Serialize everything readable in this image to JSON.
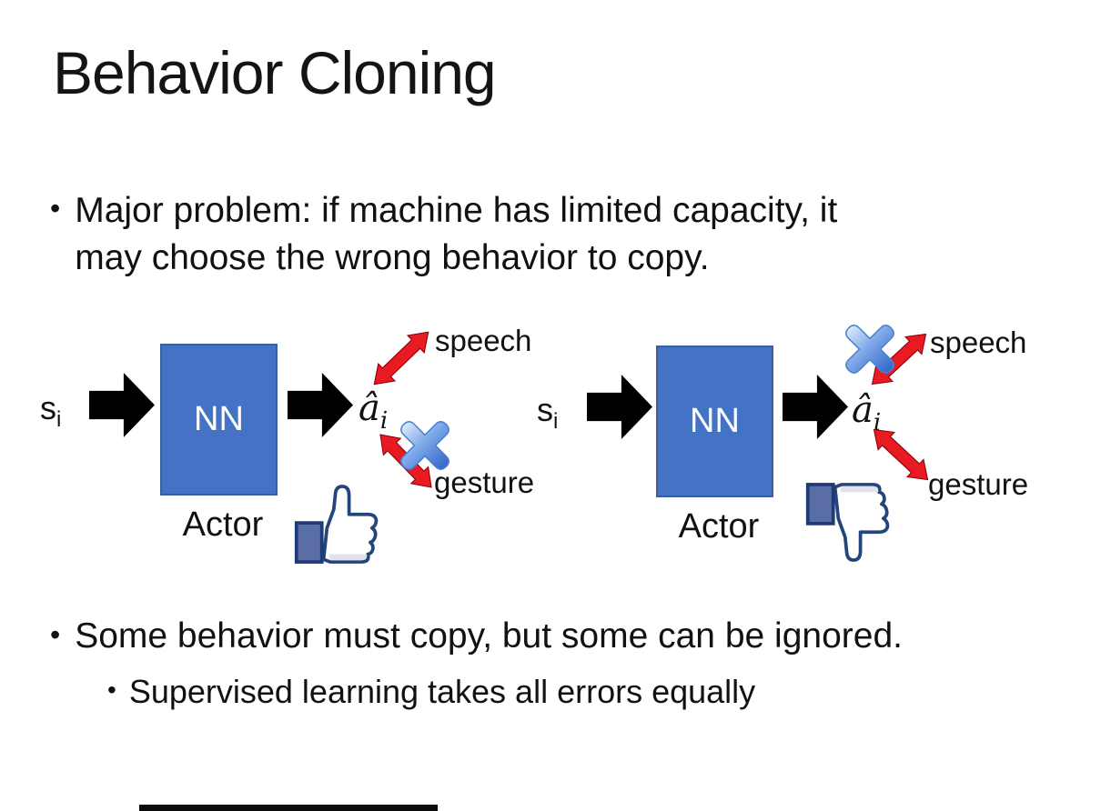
{
  "slide": {
    "title": "Behavior Cloning",
    "bullets": {
      "marker": "•",
      "main1_line1": "Major problem: if machine has limited capacity, it",
      "main1_line2": "may choose the wrong behavior to copy.",
      "main2": "Some behavior must copy, but some can be ignored.",
      "sub1": "Supervised learning takes all errors equally"
    }
  },
  "diagram_left": {
    "input_base": "s",
    "input_sub": "i",
    "network_label": "NN",
    "network_caption": "Actor",
    "output_base": "â",
    "output_sub": "i",
    "branch_top": "speech",
    "branch_bottom": "gesture",
    "crossed_branch": "gesture",
    "feedback_icon": "thumbs-up-icon"
  },
  "diagram_right": {
    "input_base": "s",
    "input_sub": "i",
    "network_label": "NN",
    "network_caption": "Actor",
    "output_base": "â",
    "output_sub": "i",
    "branch_top": "speech",
    "branch_bottom": "gesture",
    "crossed_branch": "speech",
    "feedback_icon": "thumbs-down-icon"
  },
  "colors": {
    "background": "#ffffff",
    "text": "#111111",
    "network_box": "#4472c4",
    "network_box_border": "#3a5f9e",
    "network_text": "#ffffff",
    "flow_arrow": "#000000",
    "branch_arrow": "#e81b23",
    "cross_blue": "#3168cd",
    "thumb_outline": "#1d3b76",
    "thumb_cuff": "#5b6da5"
  }
}
